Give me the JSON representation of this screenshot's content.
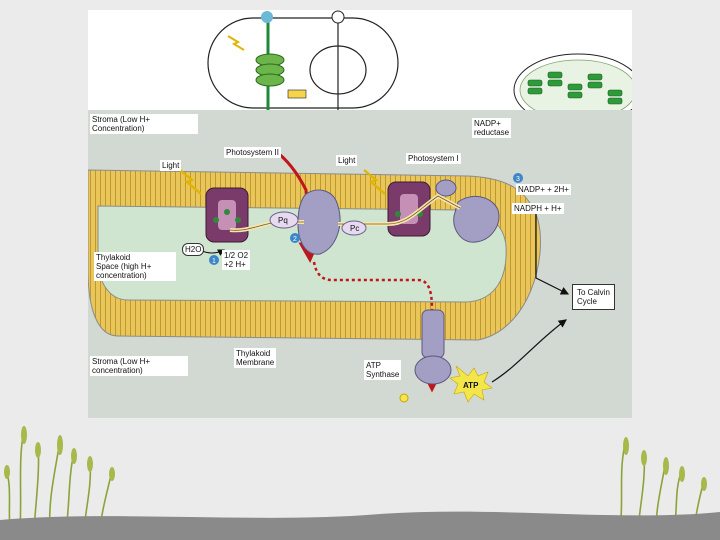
{
  "figure": {
    "stroma_top": "Stroma (Low H+\nConcentration)",
    "photosystem_ii": "Photosystem II",
    "photosystem_i": "Photosystem I",
    "light_1": "Light",
    "light_2": "Light",
    "nadp_reductase": "NADP+\nreductase",
    "nadp_plus_2h": "NADP+ + 2H+",
    "nadph_h": "NADPH + H+",
    "to_calvin_cycle": "To Calvin\nCycle",
    "pq": "Pq",
    "pc": "Pc",
    "h2o": "H2O",
    "half_o2": "1/2 O2\n+2 H+",
    "thylakoid_space": "Thylakoid\nSpace (high H+\nconcentration)",
    "stroma_bottom": "Stroma (Low H+\nconcentration)",
    "thylakoid_membrane": "Thylakoid\nMembrane",
    "atp_synthase": "ATP\nSynthase",
    "atp": "ATP",
    "step_1": "1",
    "step_2": "2",
    "step_3": "3"
  },
  "colors": {
    "slide_background": "#ebebeb",
    "stroma": "#d2d9d3",
    "membrane": "#e8c65a",
    "lumen": "#cfe5cf",
    "photosystem": "#7a3a6a",
    "atp_synthase": "#a39ec4",
    "proton_path": "#c0161b",
    "step_marker": "#3a86c8"
  }
}
